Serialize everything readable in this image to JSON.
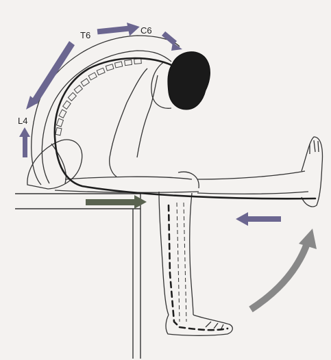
{
  "figure": {
    "labels": {
      "top_left_level": "T6",
      "top_right_level": "C6",
      "lower_left_level": "L4"
    },
    "colors": {
      "background": "#f4f2f0",
      "arrow_purple": "#6b6690",
      "arrow_purple_light": "#8a86aa",
      "arrow_gray": "#8c8c8c",
      "arrow_olive": "#5a6350",
      "line_ink": "#222222"
    }
  }
}
